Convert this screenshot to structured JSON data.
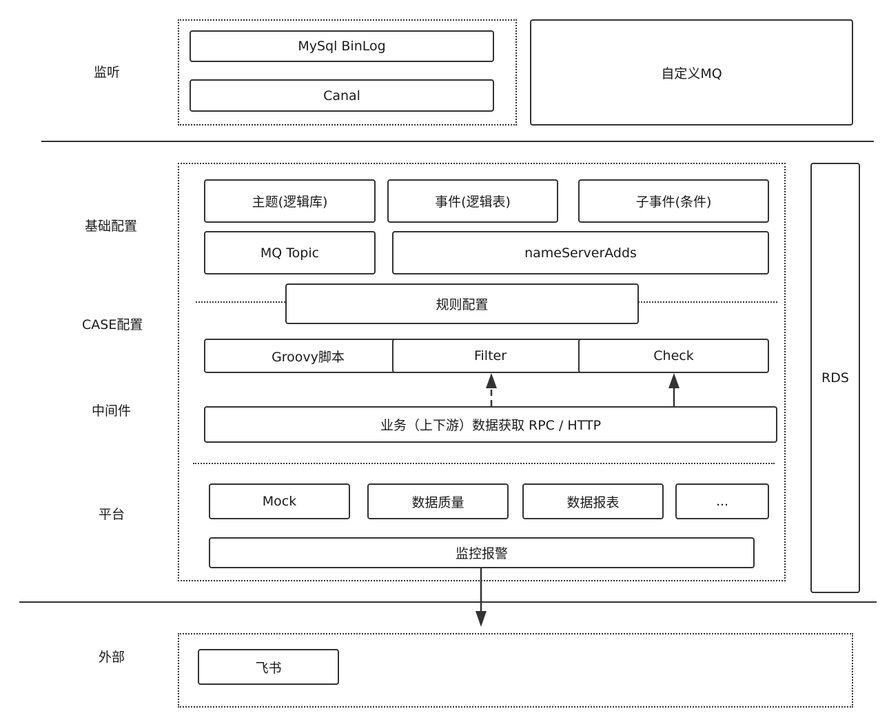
{
  "layers": {
    "listen": "监听",
    "base_config": "基础配置",
    "case_config": "CASE配置",
    "middleware": "中间件",
    "platform": "平台",
    "external": "外部"
  },
  "listen": {
    "mysql_binlog": "MySql BinLog",
    "canal": "Canal",
    "custom_mq": "自定义MQ"
  },
  "base": {
    "topic": "主题(逻辑库)",
    "event": "事件(逻辑表)",
    "sub_event": "子事件(条件)",
    "mq_topic": "MQ Topic",
    "name_server": "nameServerAdds"
  },
  "case": {
    "rule_config": "规则配置"
  },
  "middleware": {
    "groovy": "Groovy脚本",
    "filter": "Filter",
    "check": "Check",
    "data_fetch": "业务（上下游）数据获取 RPC / HTTP"
  },
  "platform": {
    "mock": "Mock",
    "data_quality": "数据质量",
    "data_report": "数据报表",
    "more": "...",
    "monitor_alert": "监控报警"
  },
  "rds": "RDS",
  "external": {
    "feishu": "飞书"
  },
  "colors": {
    "stroke": "#333333",
    "background": "#ffffff"
  }
}
